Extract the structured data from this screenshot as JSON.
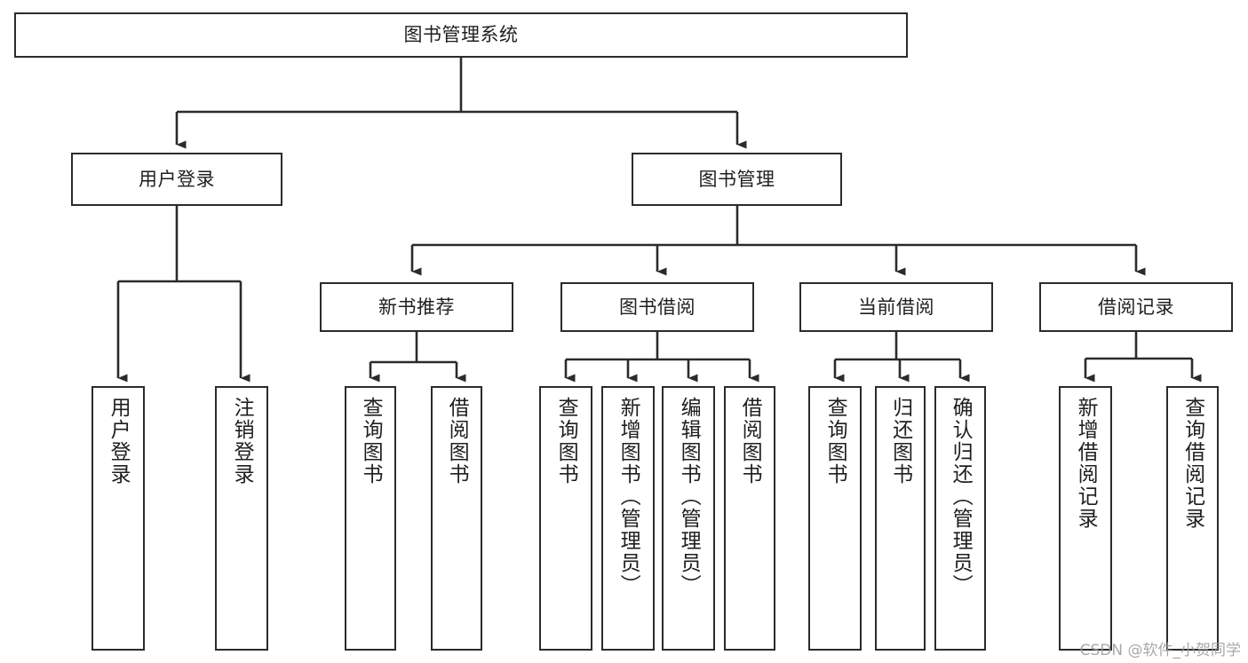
{
  "diagram": {
    "type": "tree-hierarchy-diagram",
    "title": "图书管理系统",
    "watermark": "CSDN @软件_小贺同学",
    "colors": {
      "box_border": "#2b2b2b",
      "box_fill": "#ffffff",
      "connector": "#2b2b2b",
      "text": "#1f1f1f",
      "watermark": "#9a9a9a"
    },
    "nodes": {
      "root": {
        "label": "图书管理系统",
        "level": 1
      },
      "level2": [
        {
          "label": "用户登录"
        },
        {
          "label": "图书管理"
        }
      ],
      "level3": [
        {
          "label": "新书推荐"
        },
        {
          "label": "图书借阅"
        },
        {
          "label": "当前借阅"
        },
        {
          "label": "借阅记录"
        }
      ],
      "leaves": {
        "user_login": [
          {
            "label": "用户登录"
          },
          {
            "label": "注销登录"
          }
        ],
        "new_book_recommend": [
          {
            "label": "查询图书"
          },
          {
            "label": "借阅图书"
          }
        ],
        "book_borrow": [
          {
            "label": "查询图书"
          },
          {
            "label": "新增图书（管理员）"
          },
          {
            "label": "编辑图书（管理员）"
          },
          {
            "label": "借阅图书"
          }
        ],
        "current_borrow": [
          {
            "label": "查询图书"
          },
          {
            "label": "归还图书"
          },
          {
            "label": "确认归还（管理员）"
          }
        ],
        "borrow_record": [
          {
            "label": "新增借阅记录"
          },
          {
            "label": "查询借阅记录"
          }
        ]
      }
    }
  }
}
